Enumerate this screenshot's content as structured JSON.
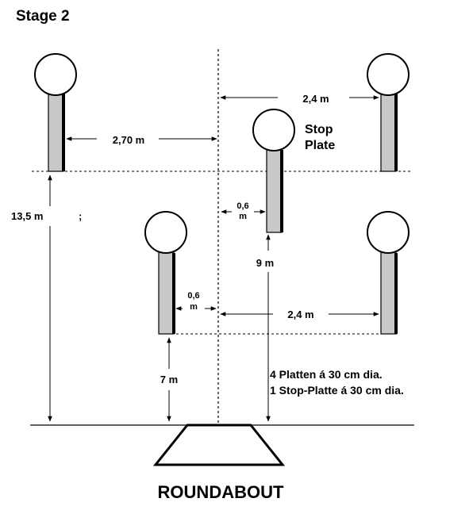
{
  "title": "Stage 2",
  "labels": {
    "d_270": "2,70 m",
    "d_24_top": "2,4 m",
    "d_24_bottom": "2,4 m",
    "d_135": "13,5 m",
    "d_135_suffix": ";",
    "d_06_a_num": "0,6",
    "d_06_a_unit": "m",
    "d_06_b_num": "0,6",
    "d_06_b_unit": "m",
    "d_9": "9 m",
    "d_7": "7 m",
    "stop_line1": "Stop",
    "stop_line2": "Plate"
  },
  "notes": {
    "line1": "4 Platten á 30 cm dia.",
    "line2": "1 Stop-Platte á 30 cm dia."
  },
  "footer": "ROUNDABOUT"
}
